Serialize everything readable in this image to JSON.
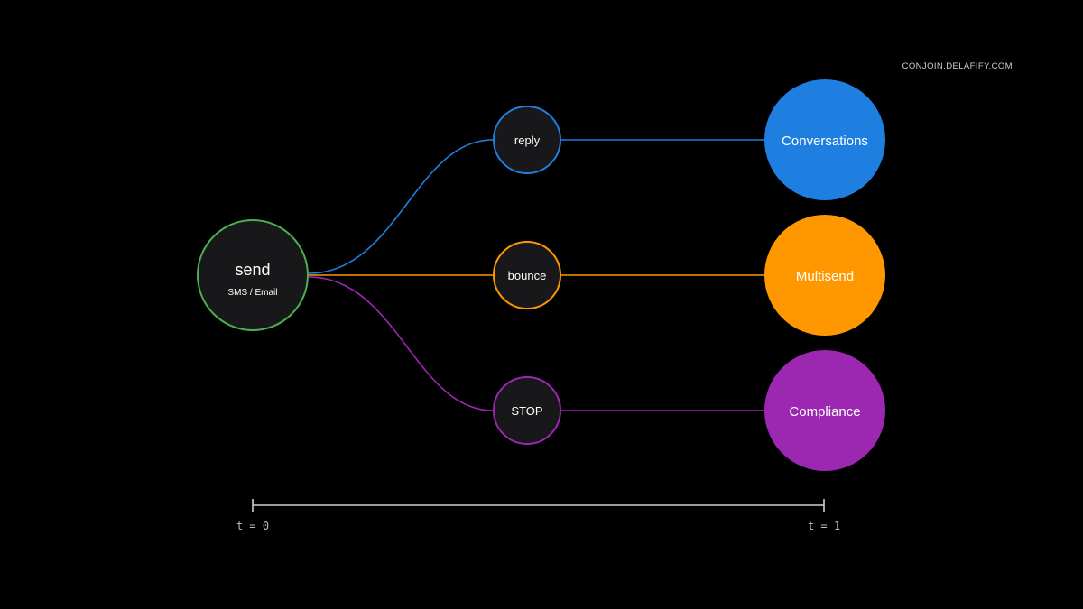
{
  "brand": "CONJOIN.DELAFIFY.COM",
  "colors": {
    "background": "#000000",
    "source": "#4caf50",
    "reply": "#1e7fe0",
    "bounce": "#ff9800",
    "stop": "#9c27b0",
    "node_fill": "#18181a",
    "timeline": "#cfcfcf"
  },
  "source": {
    "label": "send",
    "sublabel": "SMS / Email"
  },
  "events": [
    {
      "label": "reply",
      "color": "#1e7fe0"
    },
    {
      "label": "bounce",
      "color": "#ff9800"
    },
    {
      "label": "STOP",
      "color": "#9c27b0"
    }
  ],
  "outcomes": [
    {
      "label": "Conversations",
      "color": "#1e7fe0"
    },
    {
      "label": "Multisend",
      "color": "#ff9800"
    },
    {
      "label": "Compliance",
      "color": "#9c27b0"
    }
  ],
  "timeline": {
    "start_label": "t = 0",
    "end_label": "t = 1"
  }
}
